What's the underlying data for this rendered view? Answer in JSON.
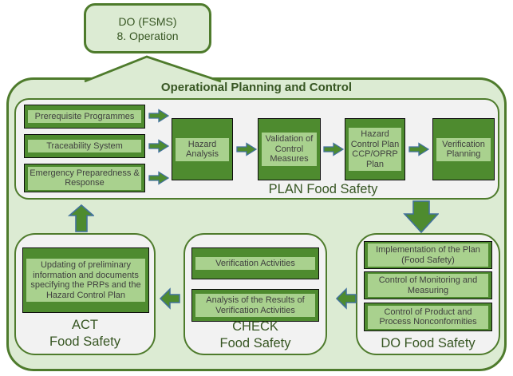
{
  "callout": {
    "line1": "DO (FSMS)",
    "line2": "8. Operation"
  },
  "main": {
    "title": "Operational Planning and Control"
  },
  "plan": {
    "label": "PLAN Food Safety",
    "inputs": [
      "Prerequisite Programmes",
      "Traceability System",
      "Emergency Preparedness & Response"
    ],
    "steps": [
      "Hazard Analysis",
      "Validation of Control Measures",
      "Hazard Control Plan CCP/OPRP Plan",
      "Verification Planning"
    ]
  },
  "do_section": {
    "label": "DO Food Safety",
    "items": [
      "Implementation of the Plan (Food Safety)",
      "Control of Monitoring and Measuring",
      "Control of Product and Process Nonconformities"
    ]
  },
  "check_section": {
    "label_line1": "CHECK",
    "label_line2": "Food Safety",
    "items": [
      "Verification Activities",
      "Analysis of the Results of Verification Activities"
    ]
  },
  "act_section": {
    "label_line1": "ACT",
    "label_line2": "Food Safety",
    "items": [
      "Updating of preliminary information and documents specifying the PRPs and the Hazard Control Plan"
    ]
  },
  "colors": {
    "container_fill": "#DCEBD3",
    "panel_fill": "#F2F2F2",
    "border_green": "#4E7B2C",
    "box_green": "#4E8B2F",
    "box_label_green": "#A9D18E",
    "arrow_border_blue": "#41719C",
    "heading_green": "#375623",
    "text_dark": "#3F3F3F"
  }
}
